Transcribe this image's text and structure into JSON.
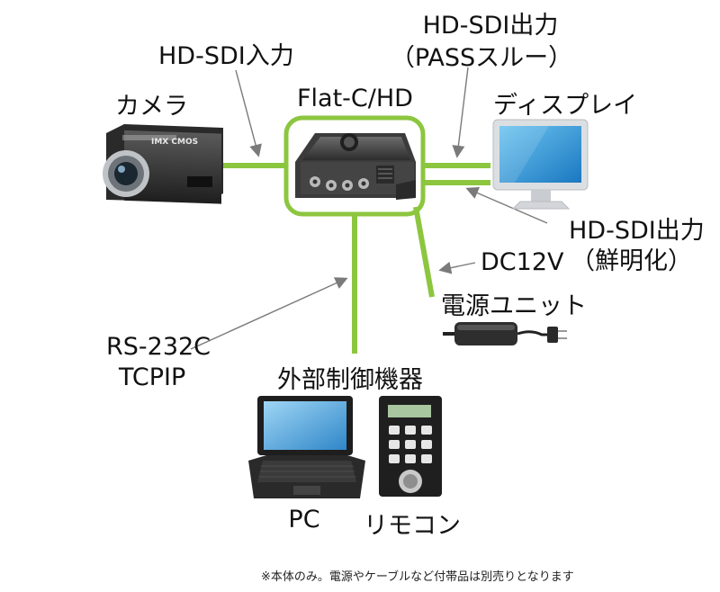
{
  "labels": {
    "camera": "カメラ",
    "device": "Flat-C/HD",
    "display": "ディスプレイ",
    "sdi_in": "HD-SDI入力",
    "sdi_out_pass_line1": "HD-SDI出力",
    "sdi_out_pass_line2": "（PASSスルー）",
    "sdi_out_enh_line1": "HD-SDI出力",
    "sdi_out_enh_line2": "（鮮明化）",
    "dc12v": "DC12V",
    "power_unit": "電源ユニット",
    "rs232c": "RS-232C",
    "tcpip": "TCPIP",
    "external": "外部制御機器",
    "pc": "PC",
    "remote": "リモコン",
    "camera_brand": "IMX CMOS"
  },
  "footnote": "※本体のみ。電源やケーブルなど付帯品は別売りとなります",
  "colors": {
    "connector_green": "#8cc63f",
    "text": "#111111",
    "arrow": "#888888",
    "monitor_screen": "#3aa0d8"
  },
  "icons": [
    "camera-icon",
    "device-icon",
    "monitor-icon",
    "power-adapter-icon",
    "laptop-icon",
    "remote-control-icon"
  ]
}
